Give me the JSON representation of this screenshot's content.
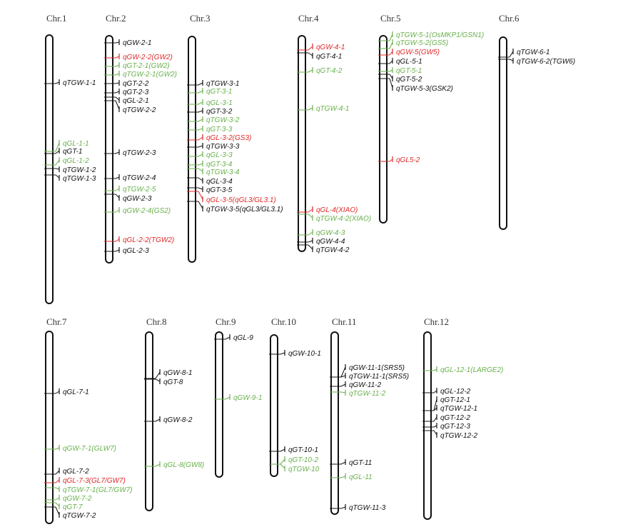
{
  "colors": {
    "black": "#111111",
    "green": "#6ab04c",
    "red": "#e02a2a",
    "orange": "#c8843a"
  },
  "chromosomes": [
    {
      "id": "chr1",
      "title": "Chr.1",
      "qtls": [
        {
          "label": "qTGW-1-1",
          "color": "black"
        },
        {
          "label": "qGL-1-1",
          "color": "green"
        },
        {
          "label": "qGT-1",
          "color": "black"
        },
        {
          "label": "qGL-1-2",
          "color": "green"
        },
        {
          "label": "qTGW-1-2",
          "color": "black"
        },
        {
          "label": "qTGW-1-3",
          "color": "black"
        }
      ]
    },
    {
      "id": "chr2",
      "title": "Chr.2",
      "qtls": [
        {
          "label": "qGW-2-1",
          "color": "black"
        },
        {
          "label": "qGW-2-2(GW2)",
          "color": "red"
        },
        {
          "label": "qGT-2-1(GW2)",
          "color": "green"
        },
        {
          "label": "qTGW-2-1(GW2)",
          "color": "green"
        },
        {
          "label": "qGT-2-2",
          "color": "black"
        },
        {
          "label": "qGT-2-3",
          "color": "black"
        },
        {
          "label": "qGL-2-1",
          "color": "black"
        },
        {
          "label": "qTGW-2-2",
          "color": "black"
        },
        {
          "label": "qTGW-2-3",
          "color": "black"
        },
        {
          "label": "qTGW-2-4",
          "color": "black"
        },
        {
          "label": "qTGW-2-5",
          "color": "green"
        },
        {
          "label": "qGW-2-3",
          "color": "black"
        },
        {
          "label": "qGW-2-4(GS2)",
          "color": "green"
        },
        {
          "label": "qGL-2-2(TGW2)",
          "color": "red"
        },
        {
          "label": "qGL-2-3",
          "color": "black"
        }
      ]
    },
    {
      "id": "chr3",
      "title": "Chr.3",
      "qtls": [
        {
          "label": "qTGW-3-1",
          "color": "black"
        },
        {
          "label": "qGT-3-1",
          "color": "green"
        },
        {
          "label": "qGL-3-1",
          "color": "green"
        },
        {
          "label": "qGT-3-2",
          "color": "black"
        },
        {
          "label": "qTGW-3-2",
          "color": "green"
        },
        {
          "label": "qGT-3-3",
          "color": "green"
        },
        {
          "label": "qGL-3-2(GS3)",
          "color": "red"
        },
        {
          "label": "qTGW-3-3",
          "color": "black"
        },
        {
          "label": "qGL-3-3",
          "color": "green"
        },
        {
          "label": "qGT-3-4",
          "color": "green"
        },
        {
          "label": "qTGW-3-4",
          "color": "green"
        },
        {
          "label": "qGL-3-4",
          "color": "black"
        },
        {
          "label": "qGT-3-5",
          "color": "black"
        },
        {
          "label": "qGL-3-5(qGL3/GL3.1)",
          "color": "red"
        },
        {
          "label": "qTGW-3-5(qGL3/GL3.1)",
          "color": "black"
        }
      ]
    },
    {
      "id": "chr4",
      "title": "Chr.4",
      "qtls": [
        {
          "label": "qGW-4-1",
          "color": "red"
        },
        {
          "label": "qGT-4-1",
          "color": "black"
        },
        {
          "label": "qGT-4-2",
          "color": "green"
        },
        {
          "label": "qTGW-4-1",
          "color": "green"
        },
        {
          "label": "qGL-4(XIAO)",
          "color": "red"
        },
        {
          "label": "qTGW-4-2(XIAO)",
          "color": "green"
        },
        {
          "label": "qGW-4-3",
          "color": "green"
        },
        {
          "label": "qGW-4-4",
          "color": "black"
        },
        {
          "label": "qTGW-4-2",
          "color": "black"
        }
      ]
    },
    {
      "id": "chr5",
      "title": "Chr.5",
      "qtls": [
        {
          "label": "qTGW-5-1(OsMKP1/GSN1)",
          "color": "green"
        },
        {
          "label": "qTGW-5-2(GS5)",
          "color": "green"
        },
        {
          "label": "qGW-5(GW5)",
          "color": "red"
        },
        {
          "label": "qGL-5-1",
          "color": "black"
        },
        {
          "label": "qGT-5-1",
          "color": "green"
        },
        {
          "label": "qGT-5-2",
          "color": "black"
        },
        {
          "label": "qTGW-5-3(GSK2)",
          "color": "black"
        },
        {
          "label": "qGL5-2",
          "color": "red"
        }
      ]
    },
    {
      "id": "chr6",
      "title": "Chr.6",
      "qtls": [
        {
          "label": "qTGW-6-1",
          "color": "black"
        },
        {
          "label": "qTGW-6-2(TGW6)",
          "color": "black"
        }
      ]
    },
    {
      "id": "chr7",
      "title": "Chr.7",
      "qtls": [
        {
          "label": "qGL-7-1",
          "color": "black"
        },
        {
          "label": "qGW-7-1(GLW7)",
          "color": "green"
        },
        {
          "label": "qGL-7-2",
          "color": "black"
        },
        {
          "label": "qGL-7-3(GL7/GW7)",
          "color": "red"
        },
        {
          "label": "qTGW-7-1(GL7/GW7)",
          "color": "green"
        },
        {
          "label": "qGW-7-2",
          "color": "green"
        },
        {
          "label": "qGT-7",
          "color": "green"
        },
        {
          "label": "qTGW-7-2",
          "color": "black"
        }
      ]
    },
    {
      "id": "chr8",
      "title": "Chr.8",
      "qtls": [
        {
          "label": "qGW-8-1",
          "color": "black"
        },
        {
          "label": "qGT-8",
          "color": "black"
        },
        {
          "label": "qGW-8-2",
          "color": "black"
        },
        {
          "label": "qGL-8(GW8)",
          "color": "green"
        }
      ]
    },
    {
      "id": "chr9",
      "title": "Chr.9",
      "qtls": [
        {
          "label": "qGL-9",
          "color": "black"
        },
        {
          "label": "qGW-9-1",
          "color": "green"
        }
      ]
    },
    {
      "id": "chr10",
      "title": "Chr.10",
      "qtls": [
        {
          "label": "qGW-10-1",
          "color": "black"
        },
        {
          "label": "qGT-10-1",
          "color": "black"
        },
        {
          "label": "qGT-10-2",
          "color": "green"
        },
        {
          "label": "qTGW-10",
          "color": "green"
        }
      ]
    },
    {
      "id": "chr11",
      "title": "Chr.11",
      "qtls": [
        {
          "label": "qGW-11-1(SRS5)",
          "color": "black"
        },
        {
          "label": "qTGW-11-1(SRS5)",
          "color": "black"
        },
        {
          "label": "qGW-11-2",
          "color": "black"
        },
        {
          "label": "qTGW-11-2",
          "color": "green"
        },
        {
          "label": "qGT-11",
          "color": "black"
        },
        {
          "label": "qGL-11",
          "color": "green"
        },
        {
          "label": "qTGW-11-3",
          "color": "black"
        }
      ]
    },
    {
      "id": "chr12",
      "title": "Chr.12",
      "qtls": [
        {
          "label": "qGL-12-1(LARGE2)",
          "color": "green"
        },
        {
          "label": "qGL-12-2",
          "color": "black"
        },
        {
          "label": "qGT-12-1",
          "color": "black"
        },
        {
          "label": "qTGW-12-1",
          "color": "black"
        },
        {
          "label": "qGT-12-2",
          "color": "black"
        },
        {
          "label": "qGT-12-3",
          "color": "black"
        },
        {
          "label": "qTGW-12-2",
          "color": "black"
        }
      ]
    }
  ]
}
